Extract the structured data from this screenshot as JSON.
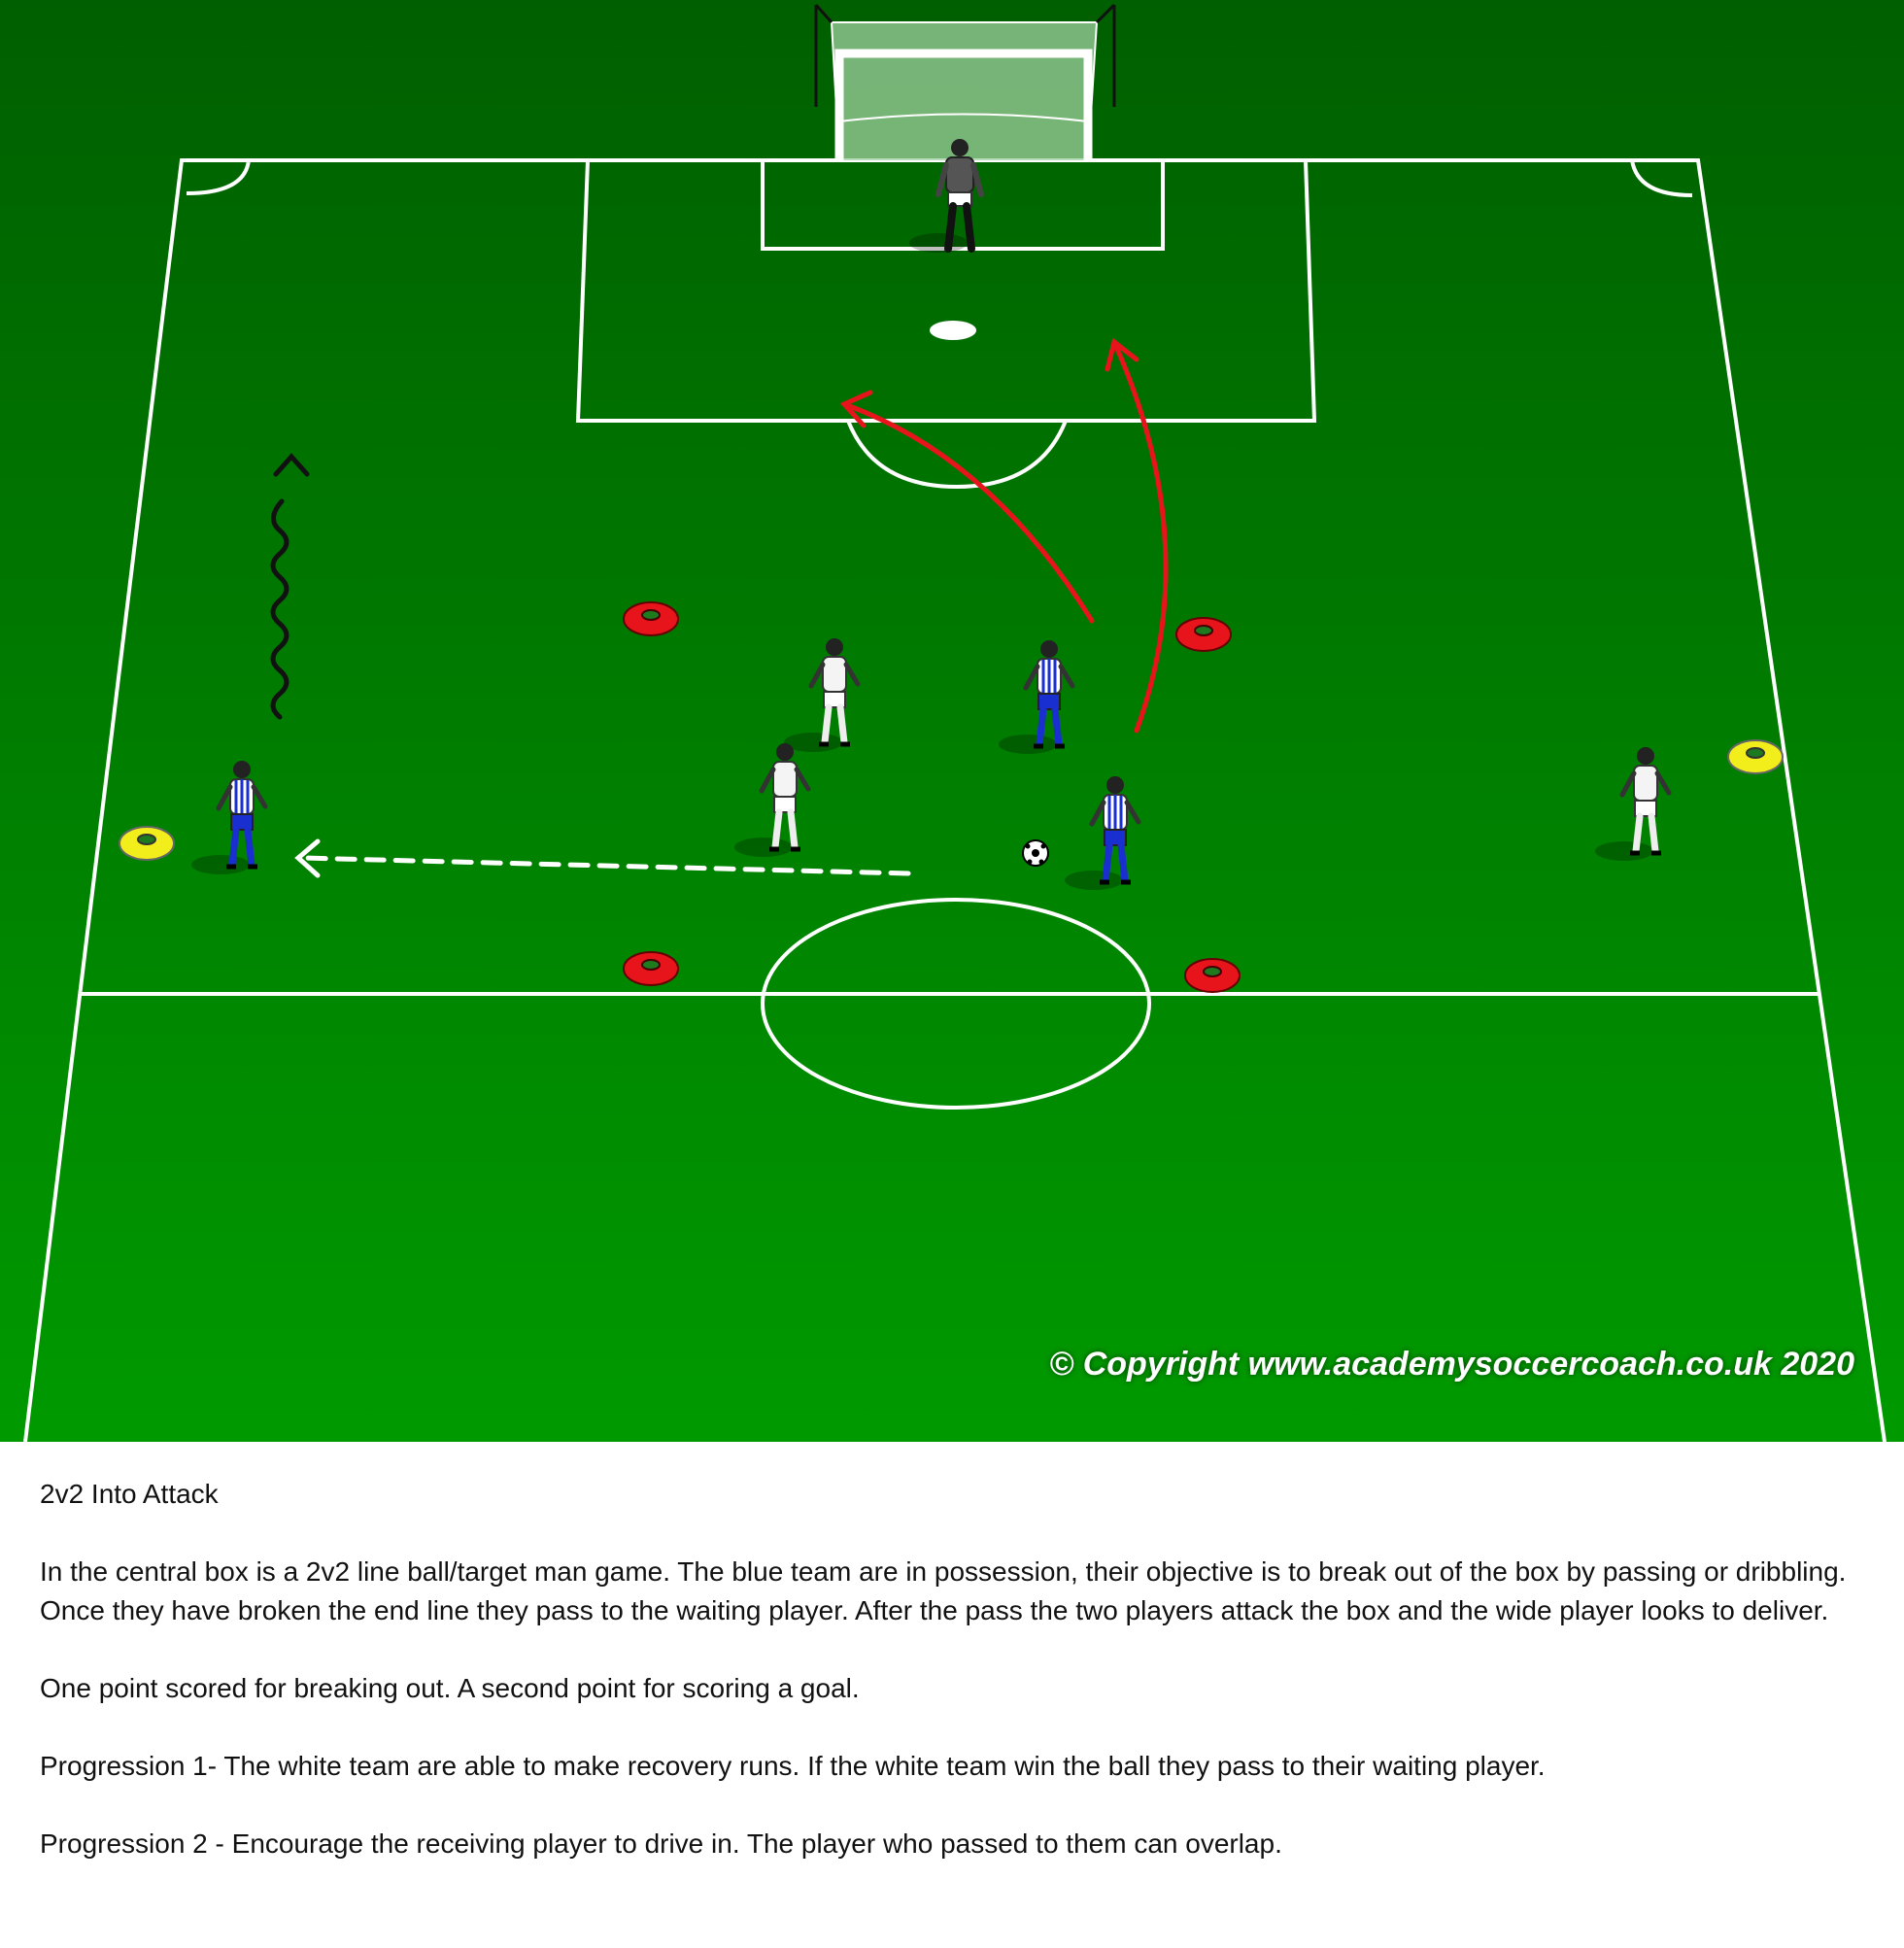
{
  "diagram": {
    "copyright": "© Copyright www.academysoccercoach.co.uk 2020",
    "colors": {
      "pitch_top": "#005f00",
      "pitch_bottom": "#009a00",
      "cone_red": "#e8141c",
      "cone_yellow": "#f2ee1c",
      "run_arrow": "#e8141c",
      "blue_team": "#1a2fd0"
    }
  },
  "notes": {
    "title": "2v2 Into Attack",
    "paragraphs": [
      "In the central box is a 2v2 line ball/target man game. The blue team are in possession, their objective is to break out of the box by passing or dribbling. Once they have broken the end line they pass to the waiting player. After the pass the two players attack the box and the wide player looks to deliver.",
      "One point scored for breaking out. A second point for scoring a goal.",
      "Progression 1- The white team are able to make recovery runs. If the white team win the ball they pass to their waiting player.",
      "Progression 2 - Encourage the receiving player to drive in. The player who passed to them can overlap."
    ]
  }
}
